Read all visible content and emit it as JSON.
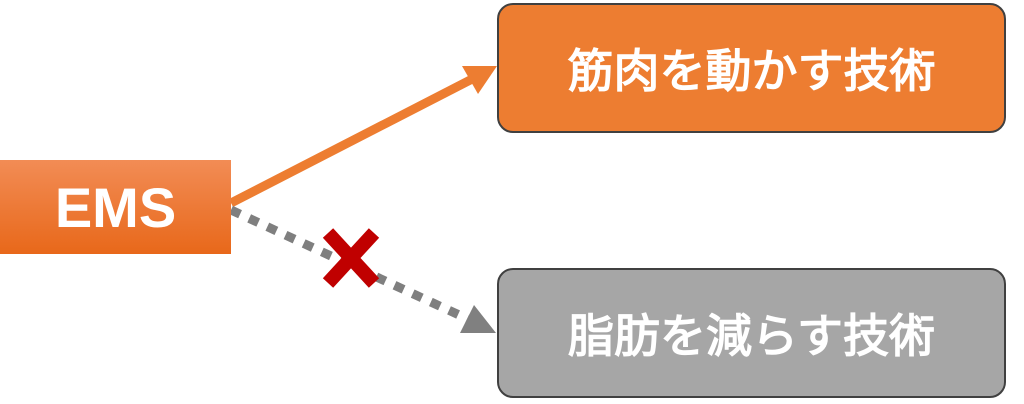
{
  "source": {
    "label": "EMS"
  },
  "targets": [
    {
      "label": "筋肉を動かす技術",
      "status": "valid"
    },
    {
      "label": "脂肪を減らす技術",
      "status": "invalid"
    }
  ],
  "colors": {
    "orange": "#ed7d31",
    "gray": "#a6a6a6",
    "cross": "#c00000",
    "dotted_line": "#7f7f7f"
  }
}
